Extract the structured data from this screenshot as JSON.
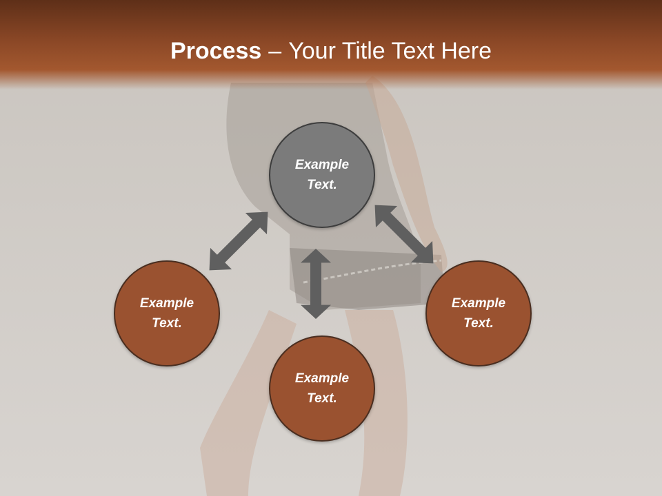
{
  "slide": {
    "title_bold": "Process",
    "title_sep": "–",
    "title_rest": "Your Title Text Here"
  },
  "nodes": {
    "top": {
      "line1": "Example",
      "line2": "Text."
    },
    "left": {
      "line1": "Example",
      "line2": "Text."
    },
    "right": {
      "line1": "Example",
      "line2": "Text."
    },
    "bottom": {
      "line1": "Example",
      "line2": "Text."
    }
  },
  "colors": {
    "header": "#8a4726",
    "node_brown": "#9a5230",
    "node_gray": "#7b7b7b",
    "arrow": "#5f5f5f",
    "background": "#cdc8c2"
  },
  "icons": {
    "arrows": "double-headed-arrow-icon"
  }
}
